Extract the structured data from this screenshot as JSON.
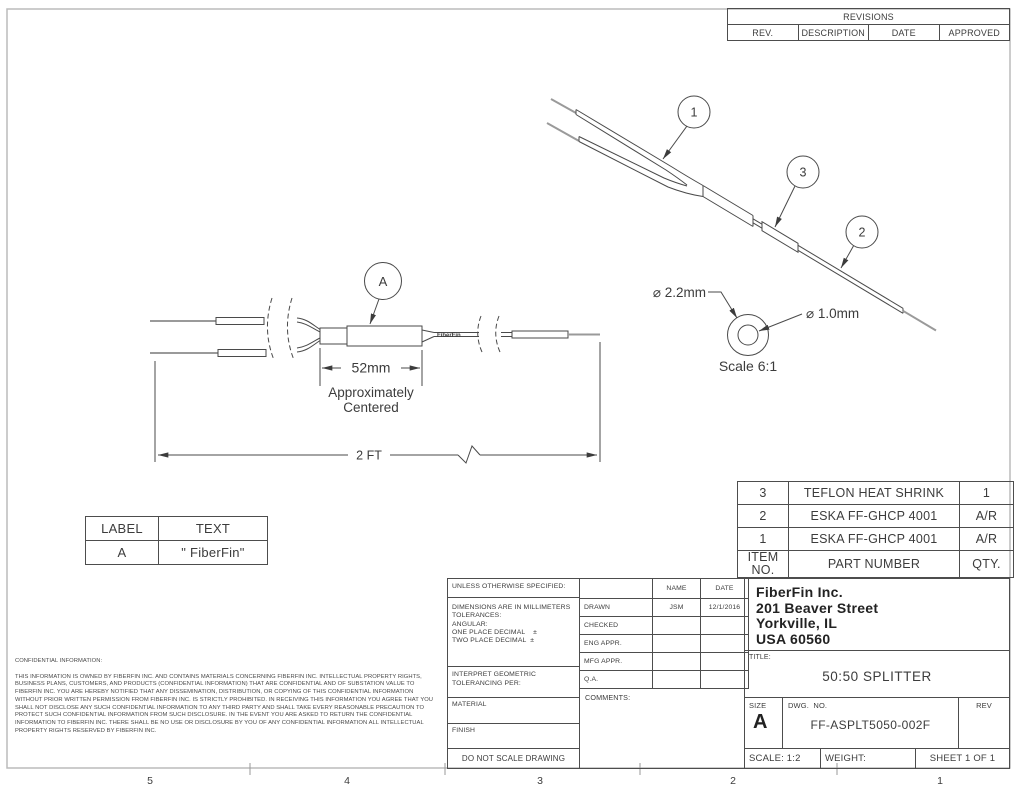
{
  "revisions_table": {
    "title": "REVISIONS",
    "columns": [
      "REV.",
      "DESCRIPTION",
      "DATE",
      "APPROVED"
    ]
  },
  "drawing": {
    "balloons": {
      "b1": "1",
      "b2": "2",
      "b3": "3",
      "bA": "A"
    },
    "dim_52mm": "52mm",
    "approx_line1": "Approximately",
    "approx_line2": "Centered",
    "dim_2ft": "2 FT",
    "cable_print": "FiberFin",
    "detail": {
      "outer_dia": "⌀ 2.2mm",
      "inner_dia": "⌀ 1.0mm",
      "scale_note": "Scale 6:1"
    }
  },
  "label_table": {
    "headers": [
      "LABEL",
      "TEXT"
    ],
    "row": {
      "label": "A",
      "text": "\" FiberFin\""
    }
  },
  "parts_table": {
    "rows": [
      {
        "item": "3",
        "part": "TEFLON HEAT SHRINK",
        "qty": "1"
      },
      {
        "item": "2",
        "part": "ESKA FF-GHCP 4001",
        "qty": "A/R"
      },
      {
        "item": "1",
        "part": "ESKA FF-GHCP 4001",
        "qty": "A/R"
      }
    ],
    "footer": {
      "item": "ITEM NO.",
      "part": "PART NUMBER",
      "qty": "QTY."
    }
  },
  "title_block": {
    "unless": "UNLESS OTHERWISE SPECIFIED:",
    "tolerances": [
      "DIMENSIONS ARE IN MILLIMETERS",
      "TOLERANCES:",
      "ANGULAR:",
      "ONE PLACE DECIMAL    ±",
      "TWO PLACE DECIMAL  ±"
    ],
    "interpret_line1": "INTERPRET GEOMETRIC",
    "interpret_line2": "TOLERANCING PER:",
    "material_label": "MATERIAL",
    "finish_label": "FINISH",
    "do_not_scale": "DO NOT SCALE DRAWING",
    "name_col": "NAME",
    "date_col": "DATE",
    "approval_rows": [
      {
        "label": "DRAWN",
        "name": "JSM",
        "date": "12/1/2016"
      },
      {
        "label": "CHECKED",
        "name": "",
        "date": ""
      },
      {
        "label": "ENG APPR.",
        "name": "",
        "date": ""
      },
      {
        "label": "MFG APPR.",
        "name": "",
        "date": ""
      },
      {
        "label": "Q.A.",
        "name": "",
        "date": ""
      }
    ],
    "comments_label": "COMMENTS:",
    "company_lines": [
      "FiberFin Inc.",
      "201 Beaver Street",
      "Yorkville, IL",
      "USA 60560"
    ],
    "title_label": "TITLE:",
    "title": "50:50 SPLITTER",
    "size_label": "SIZE",
    "size_value": "A",
    "dwg_label": "DWG.  NO.",
    "dwg_no": "FF-ASPLT5050-002F",
    "rev_label": "REV",
    "scale_text": "SCALE: 1:2",
    "weight_text": "WEIGHT:",
    "sheet_text": "SHEET 1 OF 1"
  },
  "confidential": {
    "heading": "CONFIDENTIAL INFORMATION:",
    "body": "THIS INFORMATION IS OWNED BY FIBERFIN INC. AND CONTAINS MATERIALS CONCERNING FIBERFIN INC. INTELLECTUAL PROPERTY RIGHTS, BUSINESS PLANS, CUSTOMERS, AND PRODUCTS (CONFIDENTIAL INFORMATION) THAT ARE CONFIDENTIAL AND OF SUBSTATION VALUE TO FIBERFIN INC. YOU ARE HEREBY NOTIFIED THAT ANY DISSEMINATION, DISTRIBUTION, OR COPYING OF THIS CONFIDENTIAL INFORMATION WITHOUT PRIOR WRITTEN PERMISSION FROM FIBERFIN INC. IS STRICTLY PROHIBITED. IN RECEIVING THIS INFORMATION YOU AGREE THAT YOU SHALL NOT DISCLOSE ANY SUCH CONFIDENTIAL INFORMATION TO ANY THIRD PARTY AND SHALL TAKE EVERY REASONABLE PRECAUTION TO PROTECT SUCH CONFIDENTIAL INFORMATION FROM SUCH DISCLOSURE. IN THE EVENT YOU ARE ASKED TO RETURN THE CONFIDENTIAL INFORMATION TO FIBERFIN INC. THERE SHALL BE NO USE OR DISCLOSURE BY YOU OF ANY CONFIDENTIAL INFORMATION ALL INTELLECTUAL PROPERTY RIGHTS RESERVED BY FIBERFIN INC.",
    "colors": {
      "line": "#4d4d4d",
      "frame": "#bbbbbb",
      "text": "#3c3c3c"
    }
  },
  "zones": [
    "5",
    "4",
    "3",
    "2",
    "1"
  ]
}
